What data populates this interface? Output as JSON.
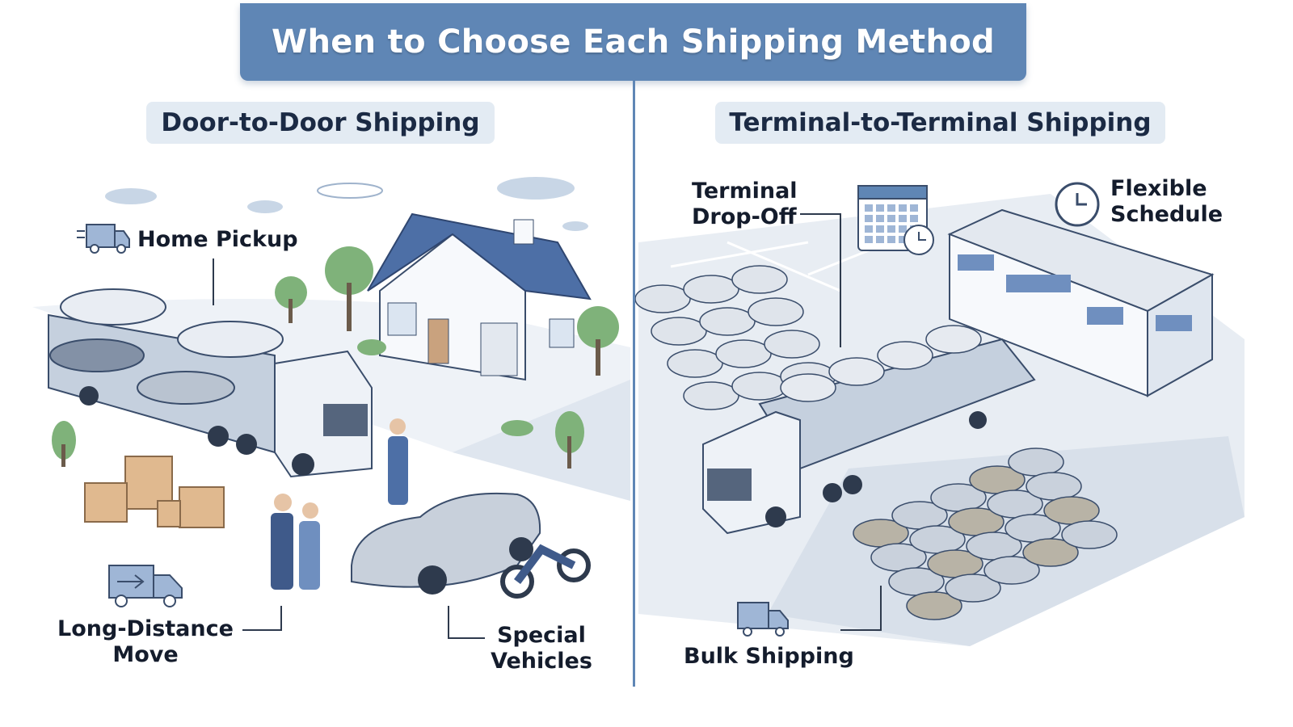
{
  "title": "When to Choose Each Shipping Method",
  "left": {
    "heading": "Door-to-Door Shipping",
    "labels": {
      "home_pickup": "Home Pickup",
      "long_distance_line1": "Long-Distance",
      "long_distance_line2": "Move",
      "special_line1": "Special",
      "special_line2": "Vehicles"
    }
  },
  "right": {
    "heading": "Terminal-to-Terminal Shipping",
    "labels": {
      "dropoff_line1": "Terminal",
      "dropoff_line2": "Drop-Off",
      "flexible_line1": "Flexible",
      "flexible_line2": "Schedule",
      "bulk": "Bulk Shipping"
    }
  },
  "colors": {
    "title_bg": "#5f86b5",
    "heading_bg": "#e3ebf3",
    "text": "#141c2c",
    "accent": "#4f6f9f"
  }
}
